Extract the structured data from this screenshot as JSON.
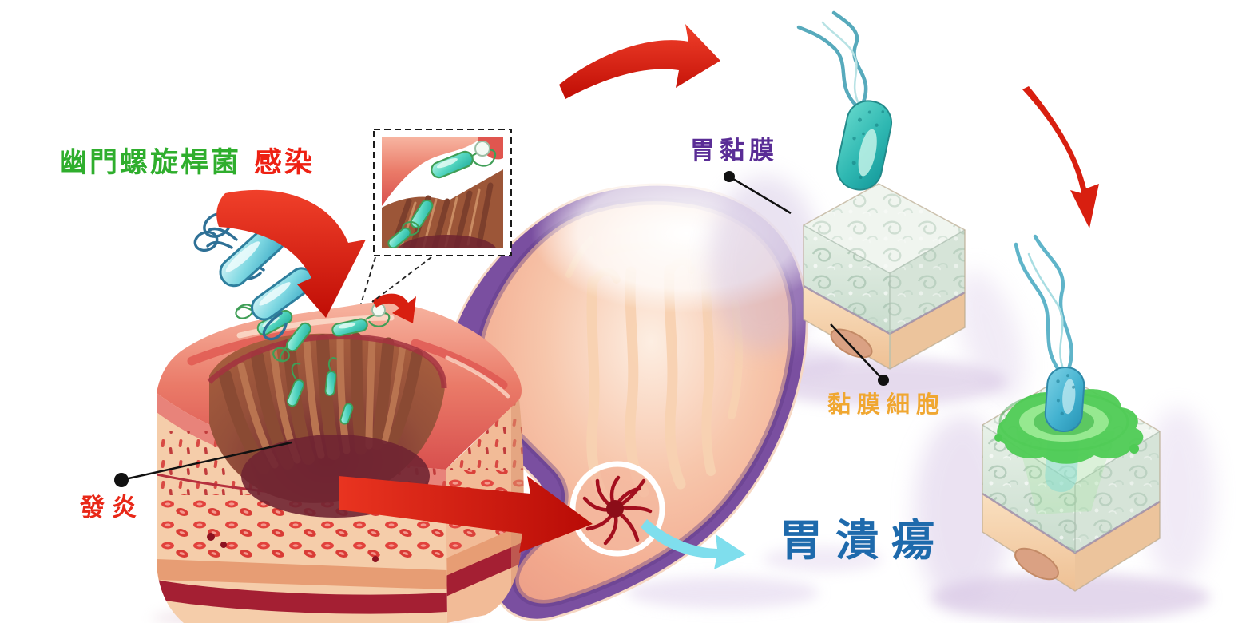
{
  "labels": {
    "pathogen": {
      "text": "幽門螺旋桿菌",
      "color": "#2fae2d"
    },
    "infection": {
      "text": "感染",
      "color": "#ee2113"
    },
    "inflammation": {
      "text": "發炎",
      "color": "#e82717"
    },
    "gastric_mucosa": {
      "text": "胃黏膜",
      "color": "#5a2d96"
    },
    "mucosal_cells": {
      "text": "黏膜細胞",
      "color": "#f0a731"
    },
    "gastric_ulcer": {
      "text": "胃潰瘍",
      "color": "#1e6aac"
    }
  },
  "icons": {
    "infection_arrow": "large-red-curved-arrow-down",
    "spread_arrow_small": "small-red-curved-arrow-right",
    "to_mucosa_arrow": "red-curved-arrow-upper-right",
    "to_invasion_arrow": "red-curved-arrow-down-right",
    "ulcer_arrow": "large-red-arrow-right",
    "result_arrow": "cyan-curved-arrow-right",
    "zoom_inset": "dashed-magnifier-box",
    "bacterium": "helicobacter-pylori"
  },
  "colors": {
    "arrow_red": "#d41408",
    "cyan_arrow": "#7fdeed",
    "bacteria_teal": "#2fb8b2",
    "mucus_layer": "#dfeae2",
    "cell_layer": "#f6d9b8",
    "splash_green": "#4ecb54",
    "stomach_pink": "#f2a88d",
    "stomach_rim_purple": "#7a4fa0",
    "ulcer_dark_red": "#a30f1e"
  }
}
